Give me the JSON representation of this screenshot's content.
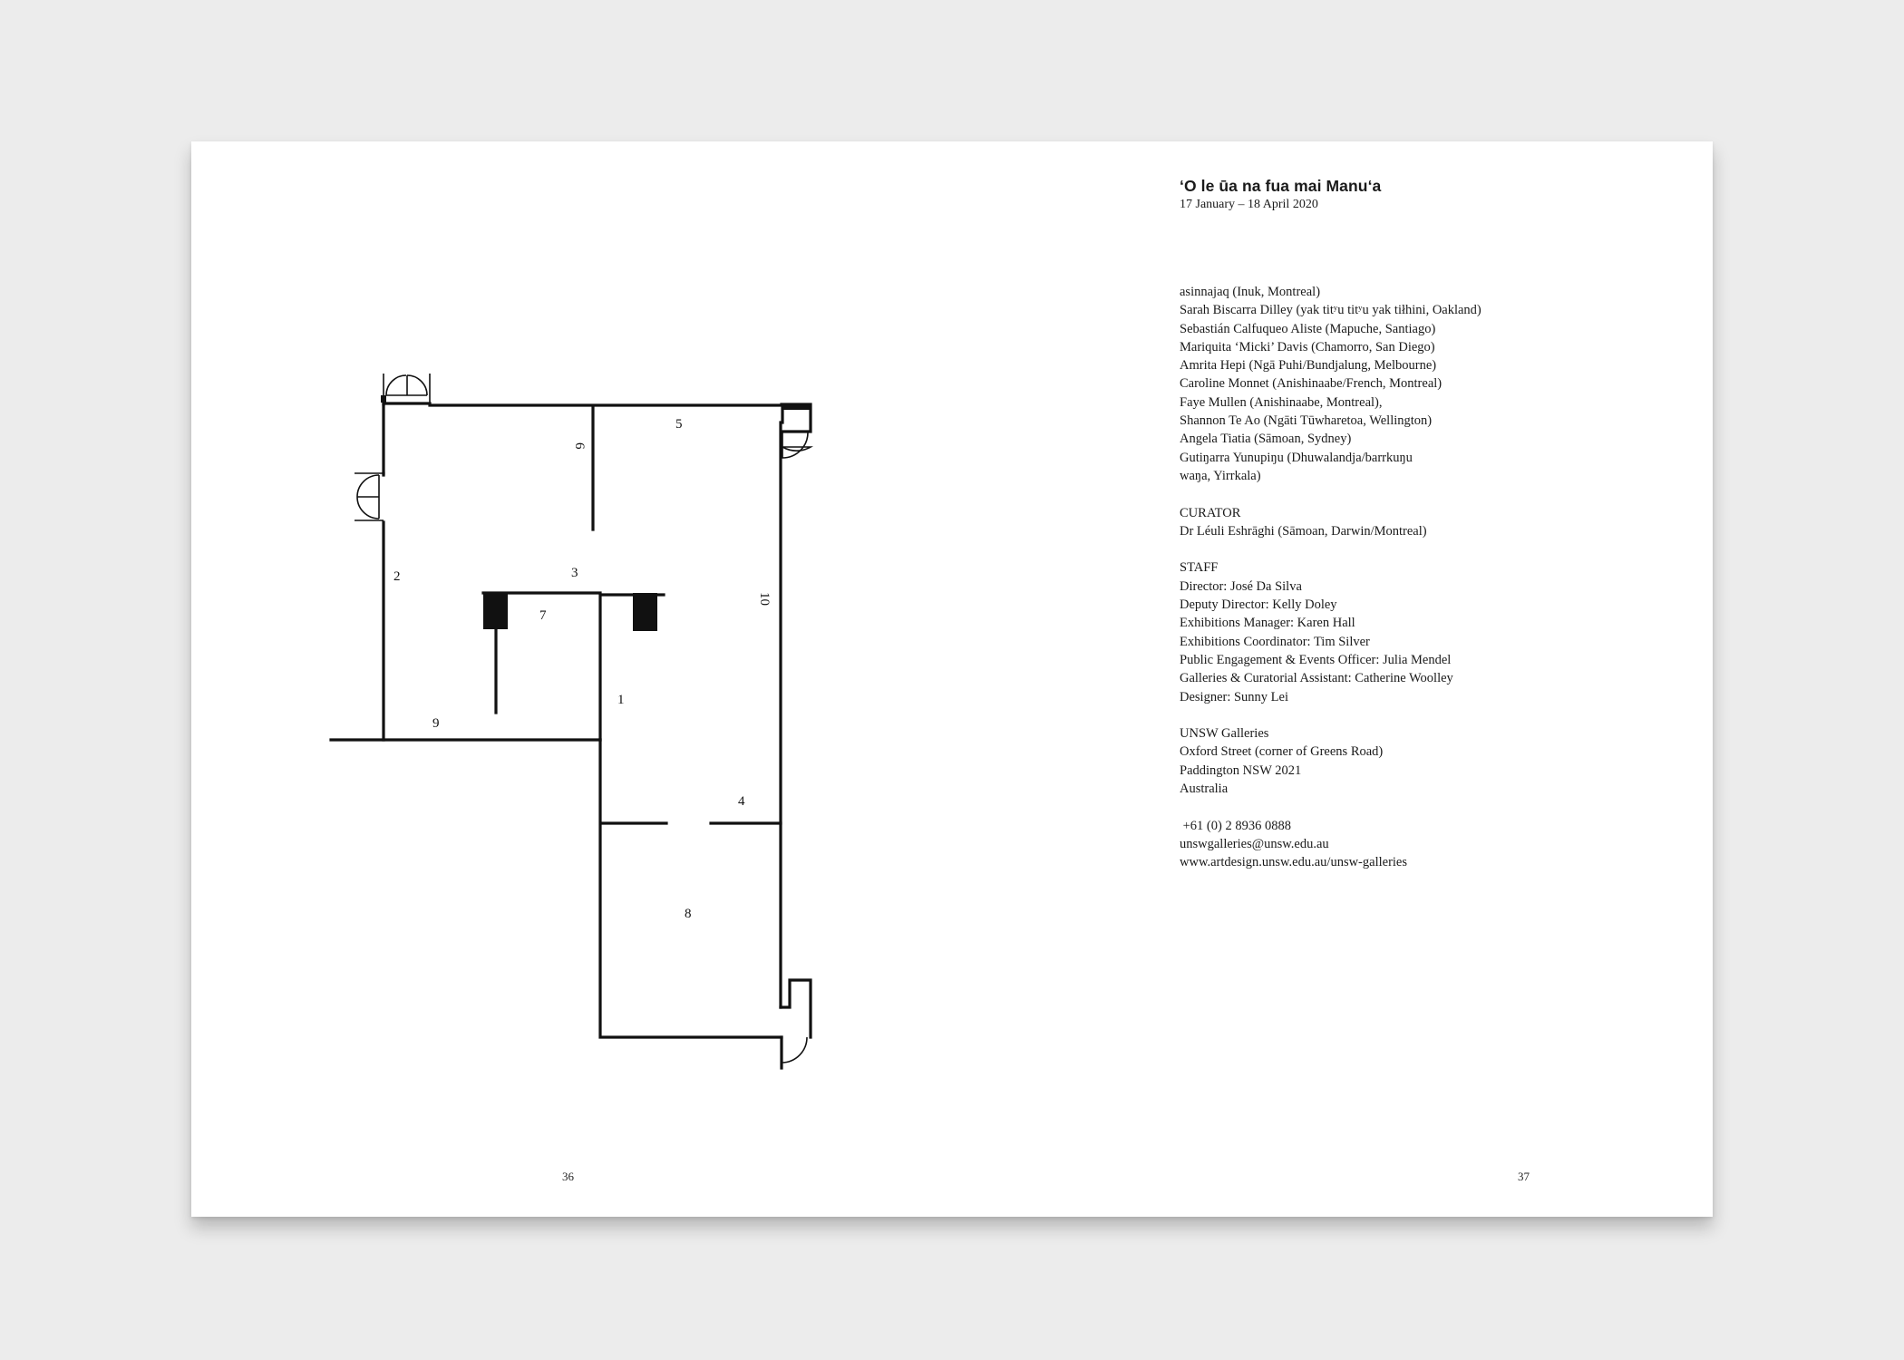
{
  "exhibition": {
    "title": "‘O le ūa na fua mai Manu‘a",
    "dates": "17 January – 18 April 2020"
  },
  "artists": [
    "asinnajaq (Inuk, Montreal)",
    "Sarah Biscarra Dilley (yak titʸu titʸu yak tiłhini, Oakland)",
    "Sebastián Calfuqueo Aliste (Mapuche, Santiago)",
    "Mariquita ‘Micki’ Davis (Chamorro, San Diego)",
    "Amrita Hepi (Ngā Puhi/Bundjalung, Melbourne)",
    "Caroline Monnet (Anishinaabe/French, Montreal)",
    "Faye Mullen (Anishinaabe, Montreal),",
    "Shannon Te Ao (Ngāti Tūwharetoa, Wellington)",
    "Angela Tiatia (Sāmoan, Sydney)",
    "Gutiŋarra Yunupiŋu (Dhuwalandja/barrkuŋu",
    "waŋa, Yirrkala)"
  ],
  "curator": {
    "heading": "CURATOR",
    "name": "Dr Léuli Eshrāghi (Sāmoan, Darwin/Montreal)"
  },
  "staff": {
    "heading": "STAFF",
    "members": [
      "Director: José Da Silva",
      "Deputy Director: Kelly Doley",
      "Exhibitions Manager: Karen Hall",
      "Exhibitions Coordinator: Tim Silver",
      "Public Engagement & Events Officer:  Julia Mendel",
      "Galleries & Curatorial Assistant: Catherine Woolley",
      "Designer: Sunny Lei"
    ]
  },
  "address": [
    "UNSW Galleries",
    "Oxford Street (corner of Greens Road)",
    "Paddington NSW 2021",
    "Australia"
  ],
  "contact": {
    "phone": " +61 (0) 2 8936 0888",
    "email": "unswgalleries@unsw.edu.au",
    "website": "www.artdesign.unsw.edu.au/unsw-galleries"
  },
  "floor_plan": {
    "room_numbers": [
      "1",
      "2",
      "3",
      "4",
      "5",
      "6",
      "7",
      "8",
      "9",
      "10"
    ]
  },
  "page_numbers": {
    "left": "36",
    "right": "37"
  }
}
